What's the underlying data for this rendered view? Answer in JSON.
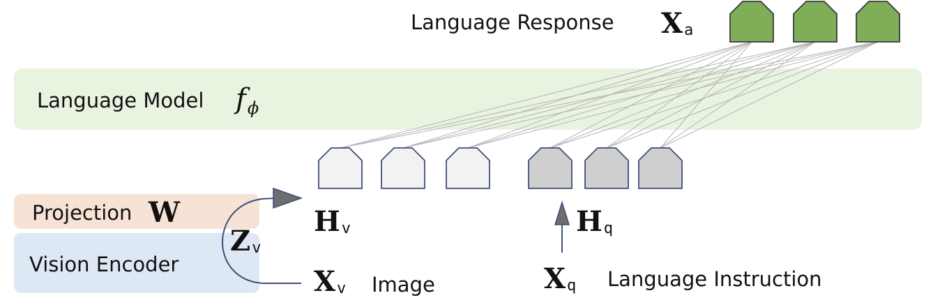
{
  "language_model": {
    "label": "Language Model",
    "symbol": "f",
    "symbol_sub": "ϕ"
  },
  "projection": {
    "label": "Projection",
    "symbol": "W"
  },
  "vision_encoder": {
    "label": "Vision Encoder"
  },
  "language_response": {
    "label": "Language Response",
    "symbol": "X",
    "symbol_sub": "a",
    "token_count": 3
  },
  "zv": {
    "symbol": "Z",
    "sub": "v"
  },
  "hv": {
    "symbol": "H",
    "sub": "v",
    "token_count": 3
  },
  "hq": {
    "symbol": "H",
    "sub": "q",
    "token_count": 3
  },
  "xv": {
    "symbol": "X",
    "sub": "v",
    "label": "Image"
  },
  "xq": {
    "symbol": "X",
    "sub": "q",
    "label": "Language Instruction"
  },
  "colors": {
    "language_model_bg": "#e8f3e0",
    "projection_bg": "#f6e3d5",
    "vision_encoder_bg": "#dde8f4",
    "response_token_fill": "#7fad58",
    "response_token_stroke": "#3a3a3a",
    "visual_token_fill": "#f2f2f2",
    "text_token_fill": "#cfcfcf",
    "token_stroke": "#3d4f78",
    "arrow": "#3d4f78",
    "arrow_head": "#6e6e6e",
    "connection": "#b4b4b4"
  }
}
